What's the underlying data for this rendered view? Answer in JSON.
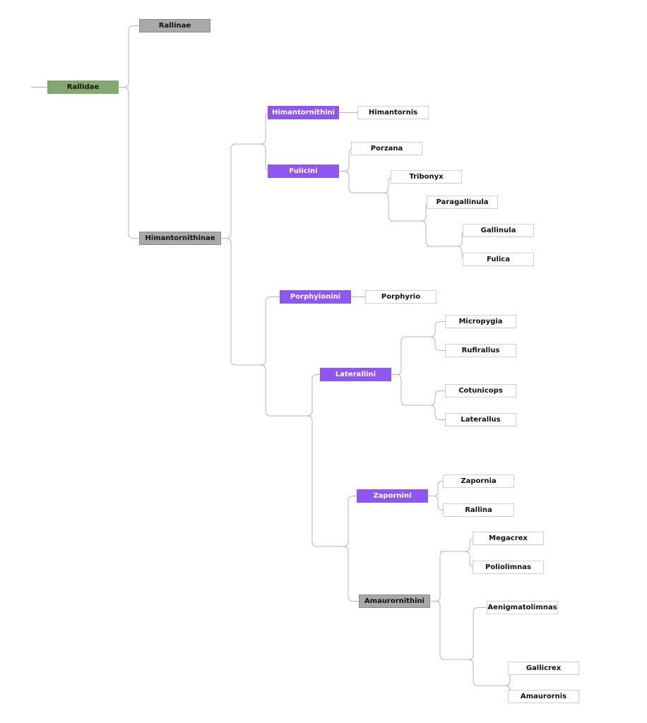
{
  "colors": {
    "root": "#82a870",
    "gray": "#a9a9a9",
    "purple": "#8f57f2",
    "leaf_border": "#cfcfcf",
    "line": "#b5b5b5"
  },
  "tree": {
    "label": "Rallidae",
    "style": "root",
    "children": [
      {
        "label": "Rallinae",
        "style": "gray"
      },
      {
        "label": "Himantornithinae",
        "style": "gray",
        "children": [
          {
            "children": [
              {
                "label": "Himantornithini",
                "style": "purple",
                "children": [
                  {
                    "label": "Himantornis",
                    "style": "leaf"
                  }
                ]
              },
              {
                "label": "Fulicini",
                "style": "purple",
                "children": [
                  {
                    "label": "Porzana",
                    "style": "leaf"
                  },
                  {
                    "children": [
                      {
                        "label": "Tribonyx",
                        "style": "leaf"
                      },
                      {
                        "children": [
                          {
                            "label": "Paragallinula",
                            "style": "leaf"
                          },
                          {
                            "children": [
                              {
                                "label": "Gallinula",
                                "style": "leaf"
                              },
                              {
                                "label": "Fulica",
                                "style": "leaf"
                              }
                            ]
                          }
                        ]
                      }
                    ]
                  }
                ]
              }
            ]
          },
          {
            "children": [
              {
                "label": "Porphyionini",
                "style": "purple",
                "children": [
                  {
                    "label": "Porphyrio",
                    "style": "leaf"
                  }
                ]
              },
              {
                "children": [
                  {
                    "label": "Laterallini",
                    "style": "purple",
                    "children": [
                      {
                        "children": [
                          {
                            "label": "Micropygia",
                            "style": "leaf"
                          },
                          {
                            "label": "Rufirallus",
                            "style": "leaf"
                          }
                        ]
                      },
                      {
                        "children": [
                          {
                            "label": "Cotunicops",
                            "style": "leaf"
                          },
                          {
                            "label": "Laterallus",
                            "style": "leaf"
                          }
                        ]
                      }
                    ]
                  },
                  {
                    "children": [
                      {
                        "label": "Zapornini",
                        "style": "purple",
                        "children": [
                          {
                            "label": "Zapornia",
                            "style": "leaf"
                          },
                          {
                            "label": "Rallina",
                            "style": "leaf"
                          }
                        ]
                      },
                      {
                        "label": "Amaurornithini",
                        "style": "gray",
                        "children": [
                          {
                            "children": [
                              {
                                "label": "Megacrex",
                                "style": "leaf"
                              },
                              {
                                "label": "Poliolimnas",
                                "style": "leaf"
                              }
                            ]
                          },
                          {
                            "children": [
                              {
                                "label": "Aenigmatolimnas",
                                "style": "leaf"
                              },
                              {
                                "children": [
                                  {
                                    "label": "Gallicrex",
                                    "style": "leaf"
                                  },
                                  {
                                    "label": "Amaurornis",
                                    "style": "leaf"
                                  }
                                ]
                              }
                            ]
                          }
                        ]
                      }
                    ]
                  }
                ]
              }
            ]
          }
        ]
      }
    ]
  }
}
